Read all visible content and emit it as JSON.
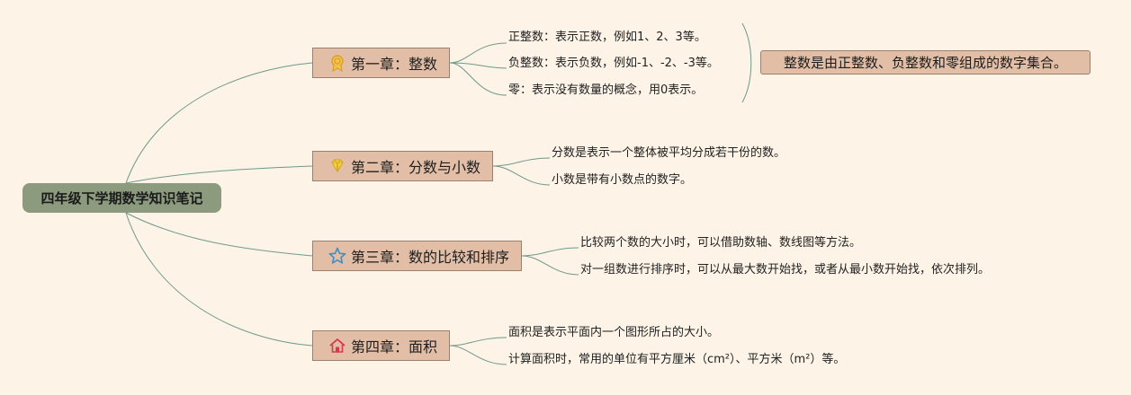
{
  "root": {
    "label": "四年级下学期数学知识笔记"
  },
  "chapters": [
    {
      "title": "第一章：整数",
      "icon": "medal-icon",
      "leaves": [
        "正整数：表示正数，例如1、2、3等。",
        "负整数：表示负数，例如-1、-2、-3等。",
        "零：表示没有数量的概念，用0表示。"
      ],
      "summary": "整数是由正整数、负整数和零组成的数字集合。"
    },
    {
      "title": "第二章：分数与小数",
      "icon": "diamond-icon",
      "leaves": [
        "分数是表示一个整体被平均分成若干份的数。",
        "小数是带有小数点的数字。"
      ]
    },
    {
      "title": "第三章：数的比较和排序",
      "icon": "star-icon",
      "leaves": [
        "比较两个数的大小时，可以借助数轴、数线图等方法。",
        "对一组数进行排序时，可以从最大数开始找，或者从最小数开始找，依次排列。"
      ]
    },
    {
      "title": "第四章：面积",
      "icon": "house-icon",
      "leaves": [
        "面积是表示平面内一个图形所占的大小。",
        "计算面积时，常用的单位有平方厘米（cm²）、平方米（m²）等。"
      ]
    }
  ],
  "colors": {
    "background": "#fdf3e7",
    "root": "#8c9a7e",
    "topic": "#e2bea6",
    "line": "#6f9a88"
  }
}
